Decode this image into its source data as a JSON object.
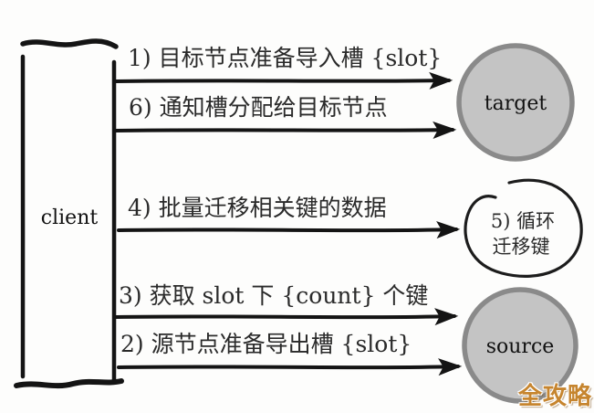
{
  "diagram": {
    "client_label": "client",
    "nodes": {
      "target": {
        "label": "target"
      },
      "source": {
        "label": "source"
      },
      "loop": {
        "line1": "5) 循环",
        "line2": "迁移键"
      }
    },
    "messages": [
      {
        "step": "1",
        "label": "1) 目标节点准备导入槽 {slot}"
      },
      {
        "step": "6",
        "label": "6) 通知槽分配给目标节点"
      },
      {
        "step": "4",
        "label": "4) 批量迁移相关键的数据"
      },
      {
        "step": "3",
        "label": "3) 获取 slot 下 {count} 个键"
      },
      {
        "step": "2",
        "label": "2) 源节点准备导出槽 {slot}"
      }
    ],
    "watermark": "全攻略",
    "colors": {
      "background": "#fdfdfc",
      "line": "#141414",
      "node_fill": "#c4c4c4",
      "node_stroke": "#8a8a8a",
      "watermark": "#c6852f"
    }
  }
}
